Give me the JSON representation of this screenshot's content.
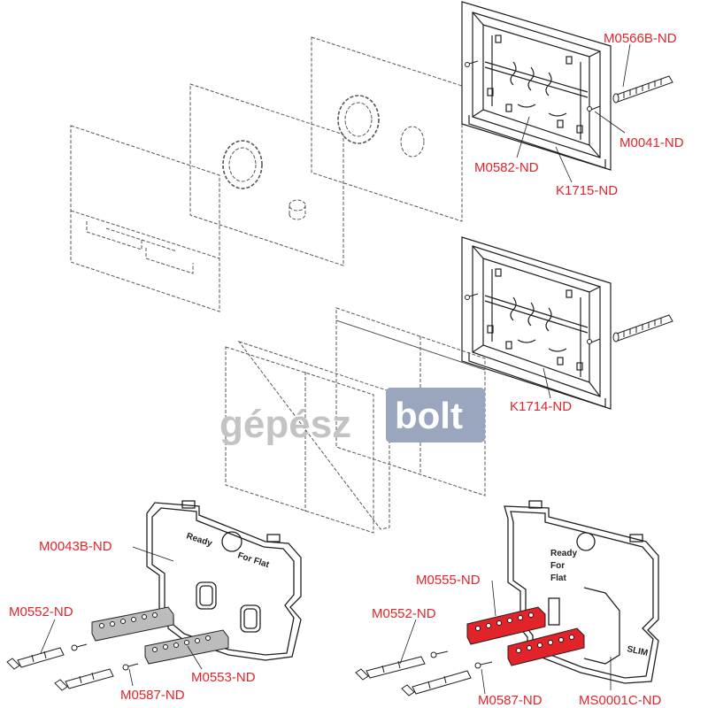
{
  "colors": {
    "label": "#e0252b",
    "line": "#231f20",
    "dash": "#555555",
    "red_part": "#e2232a",
    "watermark_text": "#c3c3c3",
    "watermark_box": "#9aa6bd"
  },
  "watermark": {
    "left": "gépész",
    "right": "bolt"
  },
  "plate_text": {
    "ready": "Ready",
    "for_flat": "For Flat",
    "ready_vertical_1": "Ready",
    "ready_vertical_2": "For",
    "ready_vertical_3": "Flat",
    "slim": "SLIM"
  },
  "labels": {
    "m0566b": "M0566B-ND",
    "m0041": "M0041-ND",
    "m0582": "M0582-ND",
    "k1715": "K1715-ND",
    "k1714": "K1714-ND",
    "m0043b": "M0043B-ND",
    "m0552_left": "M0552-ND",
    "m0587_left": "M0587-ND",
    "m0553": "M0553-ND",
    "m0555": "M0555-ND",
    "m0552_right": "M0552-ND",
    "m0587_right": "M0587-ND",
    "ms0001c": "MS0001C-ND"
  }
}
